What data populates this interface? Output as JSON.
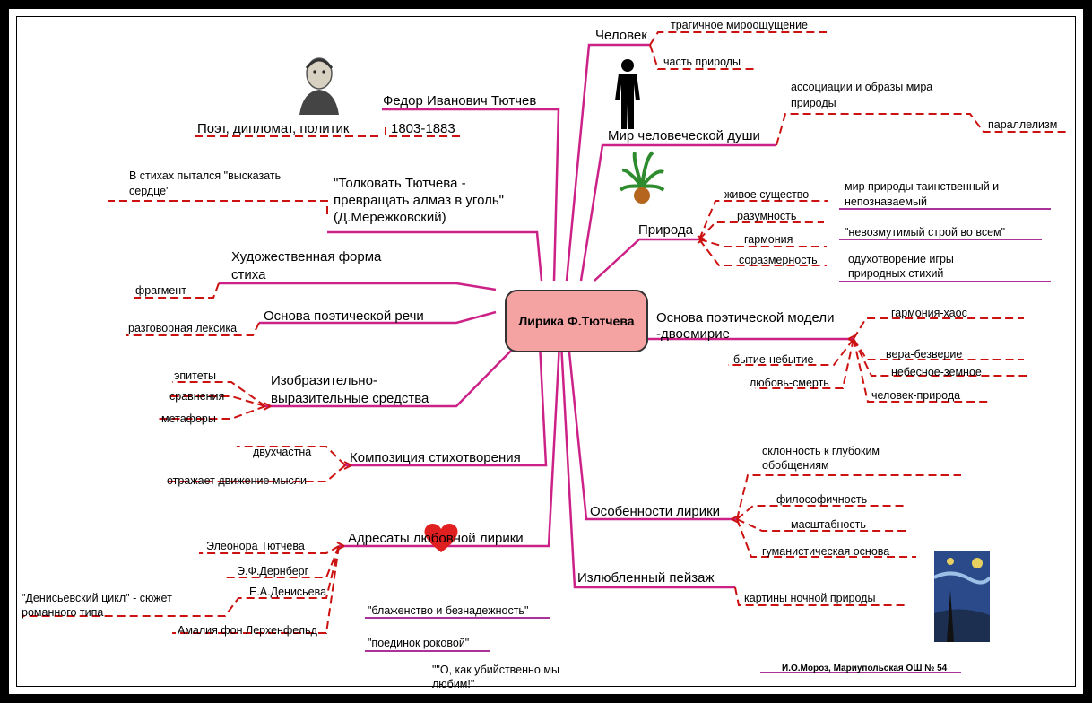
{
  "center": "Лирика Ф.Тютчева",
  "branches": {
    "name": "Федор Иванович Тютчев",
    "roles": "Поэт, дипломат, политик",
    "years": "1803-1883",
    "quote": [
      "\"Толковать Тютчева -",
      "превращать алмаз в уголь\"",
      "(Д.Мережковский)"
    ],
    "quote_note": [
      "В стихах пытался \"высказать",
      "сердце\""
    ],
    "form": [
      "Художественная форма",
      "стиха"
    ],
    "form_sub": "фрагмент",
    "speech": "Основа поэтической речи",
    "speech_sub": "разговорная лексика",
    "means": [
      "Изобразительно-",
      "выразительные средства"
    ],
    "means_subs": [
      "эпитеты",
      "сравнения",
      "метафоры"
    ],
    "composition": "Композиция стихотворения",
    "composition_subs": [
      "двухчастна",
      "отражает движение мысли"
    ],
    "addressees": "Адресаты любовной лирики",
    "addressees_subs": [
      "Элеонора Тютчева",
      "Э.Ф.Дернберг",
      "Е.А.Денисьева",
      "Амалия фон Лерхенфельд"
    ],
    "cycle": [
      "\"Денисьевский цикл\" - сюжет",
      "романного типа"
    ],
    "love_quotes": [
      "\"блаженство и безнадежность\"",
      "\"поединок роковой\""
    ],
    "love_quote3": [
      "\"\"О, как убийственно мы",
      "любим!\""
    ],
    "human": "Человек",
    "human_subs": [
      "трагичное мироощущение",
      "часть природы"
    ],
    "soul": "Мир человеческой души",
    "soul_sub": [
      "ассоциации и образы мира",
      "природы"
    ],
    "soul_sub2": "параллелизм",
    "nature": "Природа",
    "nature_subs": [
      "живое существо",
      "разумность",
      "гармония",
      "соразмерность"
    ],
    "nature_notes": [
      [
        "мир природы таинственный и",
        "непознаваемый"
      ],
      [
        "\"невозмутимый строй во всем\""
      ],
      [
        "одухотворение игры",
        "природных стихий"
      ]
    ],
    "model": [
      "Основа поэтической модели",
      "-двоемирие"
    ],
    "model_subs": [
      "гармония-хаос",
      "вера-безверие",
      "небесное-земное",
      "человек-природа",
      "бытие-небытие",
      "любовь-смерть"
    ],
    "features": "Особенности лирики",
    "features_subs": [
      [
        "склонность к глубоким",
        "обобщениям"
      ],
      [
        "философичность"
      ],
      [
        "масштабность"
      ],
      [
        "гуманистическая основа"
      ]
    ],
    "landscape": "Излюбленный пейзаж",
    "landscape_sub": "картины ночной природы",
    "author": "И.О.Мороз, Мариупольская ОШ № 54"
  },
  "colors": {
    "branch": "#cc2288",
    "subline": "#cc1111",
    "center_fill": "#f4a2a2",
    "underline": "#aa3399"
  }
}
